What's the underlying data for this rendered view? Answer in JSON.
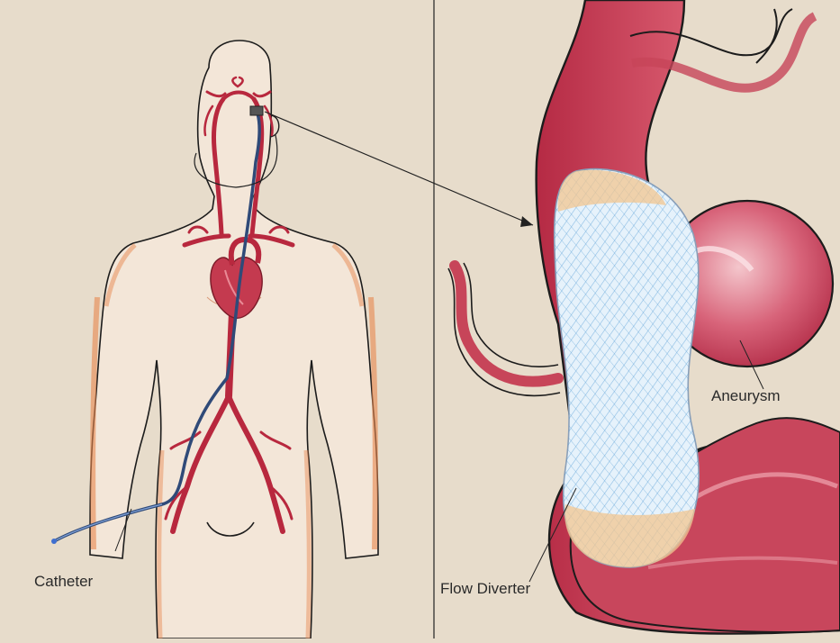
{
  "labels": {
    "catheter": "Catheter",
    "aneurysm": "Aneurysm",
    "flow_diverter": "Flow Diverter"
  },
  "colors": {
    "background": "#e7dccb",
    "skin": "#f3e4d4",
    "skin_shadow": "#e39a66",
    "artery": "#b8283e",
    "artery_light": "#d9566a",
    "catheter": "#2f4a78",
    "stent_blue": "#4ea3d8",
    "outline": "#1c1c1c"
  },
  "icons": [
    "human-body-illustration",
    "heart-illustration",
    "aneurysm-illustration",
    "flow-diverter-stent-illustration"
  ]
}
